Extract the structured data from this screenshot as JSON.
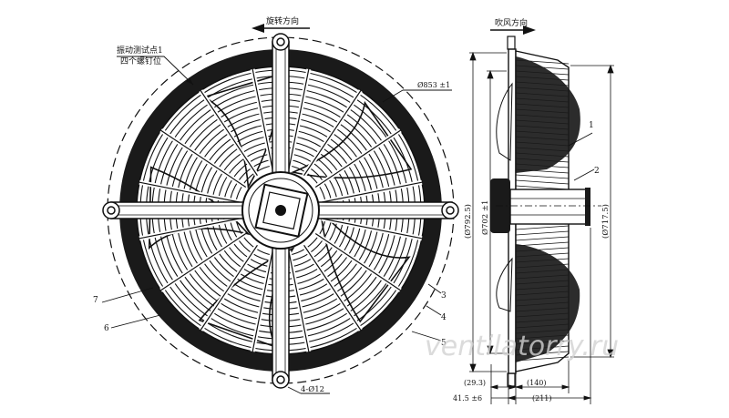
{
  "front_view": {
    "rotation_label": "旋转方向",
    "vibration_note": [
      "振动测试点1",
      "四个螺钉位"
    ],
    "diameter_label": "Ø853 ±1",
    "mount_holes_label": "4-Ø12",
    "callouts": [
      "7",
      "6",
      "3",
      "4",
      "5"
    ]
  },
  "side_view": {
    "airflow_label": "吹风方向",
    "dim_outer_label": "(Ø792.5)",
    "dim_inner_label": "Ø702 ±1",
    "dim_right_label": "(Ø717.5)",
    "callouts": [
      "1",
      "2"
    ],
    "dim_bottom_1": "(29.3)",
    "dim_bottom_2": "(140)",
    "dim_bottom_3": "41.5 ±6",
    "dim_bottom_4": "(211)"
  },
  "watermark": "ventilatorry.ru",
  "colors": {
    "ink": "#111111",
    "fill": "#1a1a1a",
    "watermark": "#d2d2d2"
  }
}
